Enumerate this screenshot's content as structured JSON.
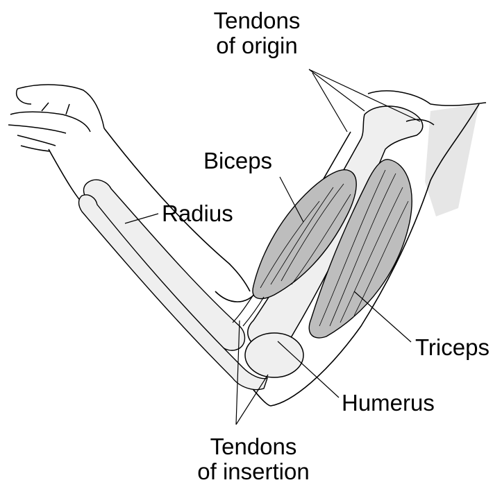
{
  "labels": {
    "tendons_origin": [
      "Tendons",
      "of origin"
    ],
    "biceps": "Biceps",
    "radius": "Radius",
    "triceps": "Triceps",
    "humerus": "Humerus",
    "tendons_insertion": [
      "Tendons",
      "of insertion"
    ]
  },
  "colors": {
    "outline": "#000000",
    "bone": "#efefef",
    "muscle": "#bdbdbd",
    "shoulder_shade": "#e6e6e6",
    "background": "#ffffff"
  }
}
